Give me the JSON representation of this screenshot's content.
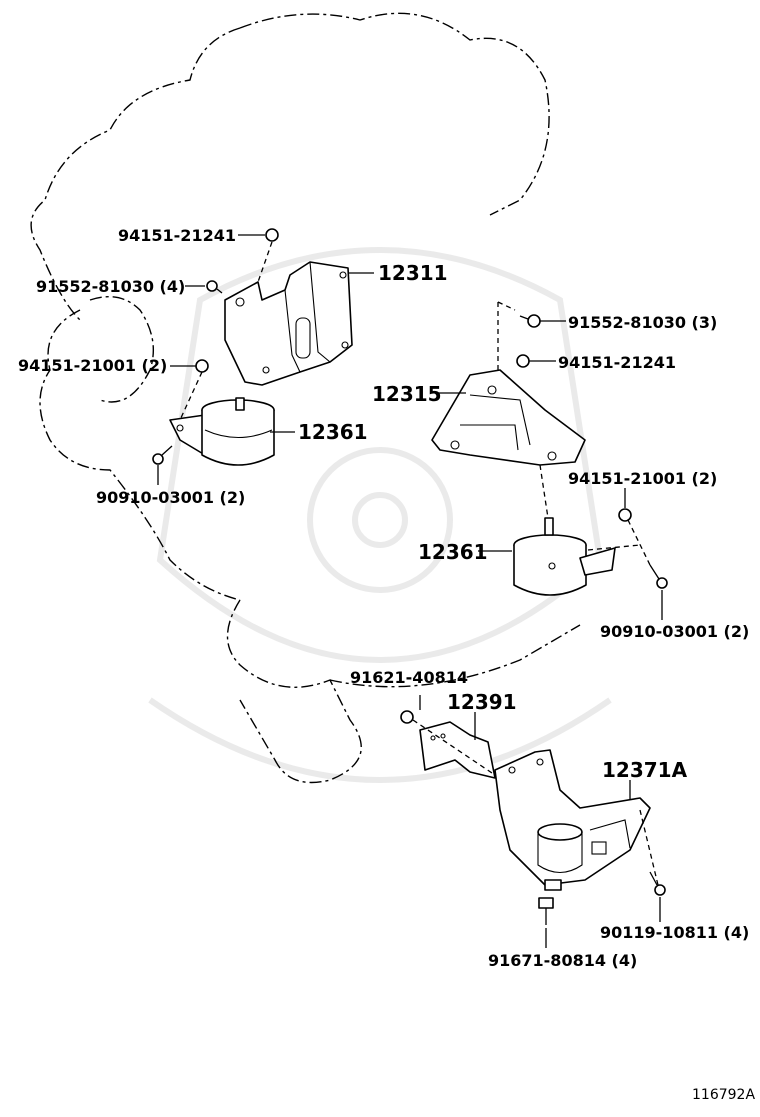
{
  "diagram": {
    "figure_id": "116792A",
    "labels": [
      {
        "id": "l1",
        "text": "94151-21241"
      },
      {
        "id": "l2",
        "text": "91552-81030 (4)"
      },
      {
        "id": "l3",
        "text": "12311"
      },
      {
        "id": "l4",
        "text": "94151-21001 (2)"
      },
      {
        "id": "l5",
        "text": "12361"
      },
      {
        "id": "l6",
        "text": "90910-03001 (2)"
      },
      {
        "id": "l7",
        "text": "91552-81030 (3)"
      },
      {
        "id": "l8",
        "text": "94151-21241"
      },
      {
        "id": "l9",
        "text": "12315"
      },
      {
        "id": "l10",
        "text": "94151-21001 (2)"
      },
      {
        "id": "l11",
        "text": "12361"
      },
      {
        "id": "l12",
        "text": "90910-03001 (2)"
      },
      {
        "id": "l13",
        "text": "91621-40814"
      },
      {
        "id": "l14",
        "text": "12391"
      },
      {
        "id": "l15",
        "text": "12371A"
      },
      {
        "id": "l16",
        "text": "90119-10811 (4)"
      },
      {
        "id": "l17",
        "text": "91671-80814 (4)"
      }
    ]
  }
}
